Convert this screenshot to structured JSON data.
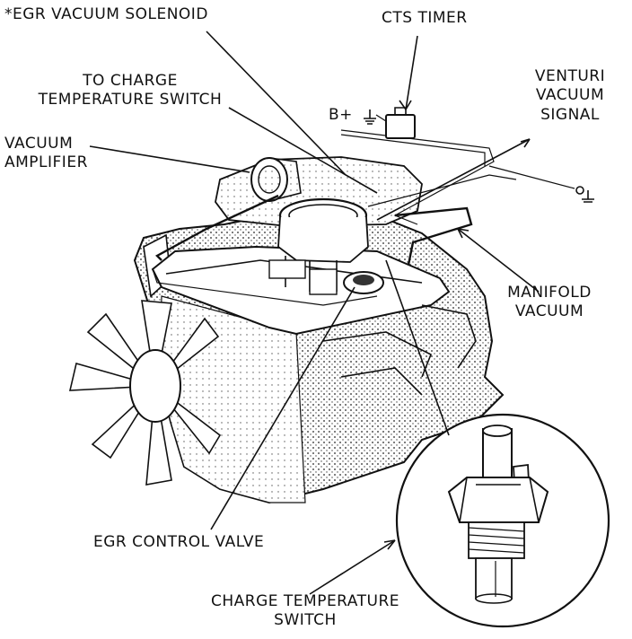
{
  "labels": {
    "egr_vacuum_solenoid": "*EGR VACUUM SOLENOID",
    "cts_timer": "CTS TIMER",
    "to_charge_temp_line1": "TO CHARGE",
    "to_charge_temp_line2": "TEMPERATURE SWITCH",
    "venturi_line1": "VENTURI",
    "venturi_line2": "VACUUM",
    "venturi_line3": "SIGNAL",
    "b_plus": "B+",
    "vacuum_amplifier_line1": "VACUUM",
    "vacuum_amplifier_line2": "AMPLIFIER",
    "manifold_vacuum_line1": "MANIFOLD",
    "manifold_vacuum_line2": "VACUUM",
    "egr_control_valve": "EGR CONTROL VALVE",
    "charge_temp_switch_line1": "CHARGE TEMPERATURE",
    "charge_temp_switch_line2": "SWITCH"
  }
}
